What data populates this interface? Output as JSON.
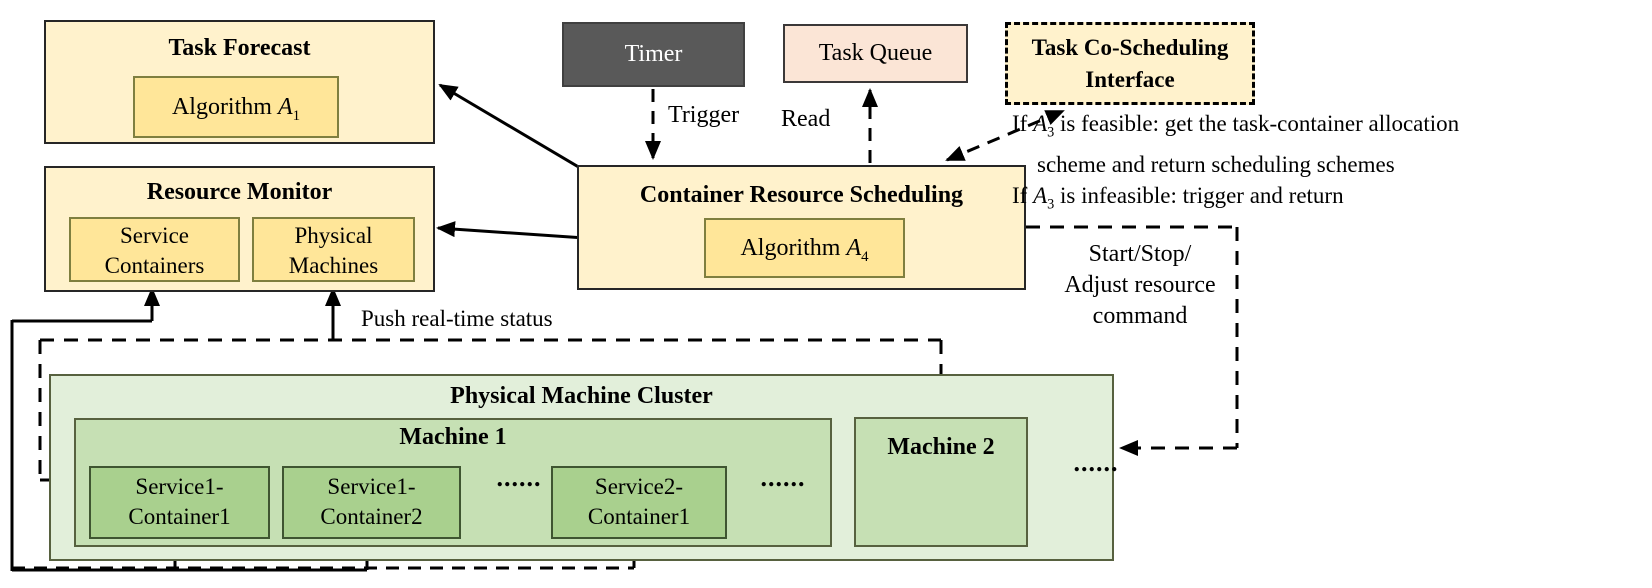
{
  "task_forecast": {
    "title": "Task Forecast",
    "algorithm": {
      "prefix": "Algorithm ",
      "var": "A",
      "sub": "1"
    }
  },
  "resource_monitor": {
    "title": "Resource Monitor",
    "service_containers": {
      "line1": "Service",
      "line2": "Containers"
    },
    "physical_machines": {
      "line1": "Physical",
      "line2": "Machines"
    }
  },
  "timer": {
    "label": "Timer"
  },
  "task_queue": {
    "label": "Task Queue"
  },
  "co_scheduling_interface": {
    "line1": "Task Co-Scheduling",
    "line2": "Interface"
  },
  "container_resource_scheduling": {
    "title": "Container Resource Scheduling",
    "algorithm": {
      "prefix": "Algorithm ",
      "var": "A",
      "sub": "4"
    }
  },
  "cluster": {
    "title": "Physical Machine Cluster",
    "machine1": {
      "title": "Machine 1",
      "container1": {
        "line1": "Service1-",
        "line2": "Container1"
      },
      "container2": {
        "line1": "Service1-",
        "line2": "Container2"
      },
      "container3": {
        "line1": "Service2-",
        "line2": "Container1"
      },
      "ellipsis_mid": "......",
      "ellipsis_end": "......"
    },
    "machine2": {
      "title": "Machine 2"
    },
    "ellipsis": "......"
  },
  "edge_labels": {
    "trigger": "Trigger",
    "read": "Read",
    "push_status": "Push real-time status",
    "command": {
      "line1": "Start/Stop/",
      "line2": "Adjust resource",
      "line3": "command"
    },
    "note": {
      "if": "If ",
      "var": "A",
      "sub": "3",
      "line1_rest": " is feasible: get the task-container allocation",
      "line2": "scheme and return scheduling schemes",
      "line3_rest": " is infeasible: trigger and return"
    }
  },
  "colors": {
    "light_yellow": "#FFF2CC",
    "gold": "#FFE699",
    "timer_gray": "#595959",
    "queue_peach": "#FBE5D6",
    "cluster_light_green": "#E2EFDA",
    "machine_green": "#C6E0B4",
    "container_green": "#A9D08E",
    "line": "#000000"
  }
}
